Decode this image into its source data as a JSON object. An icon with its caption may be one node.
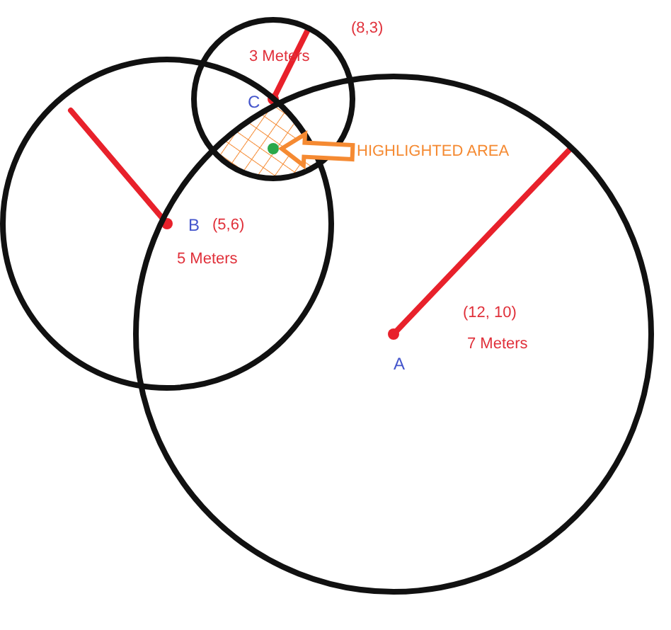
{
  "diagram": {
    "nodes": [
      {
        "text": [
          "3 Meters",
          "C"
        ],
        "beside": [
          "(8,3)"
        ]
      },
      {
        "text": [
          "B",
          "(5,6)",
          "5 Meters"
        ]
      },
      {
        "text": [
          "(12, 10)",
          "7 Meters",
          "A"
        ]
      },
      {
        "text": [
          "HIGHLIGHTED AREA"
        ],
        "in": 2
      },
      {
        "text": [],
        "shape": "circle"
      }
    ],
    "edges": [
      {
        "from": 3,
        "to": 4,
        "arrow": "to",
        "color": "#f58a32",
        "style": "thick"
      }
    ]
  }
}
